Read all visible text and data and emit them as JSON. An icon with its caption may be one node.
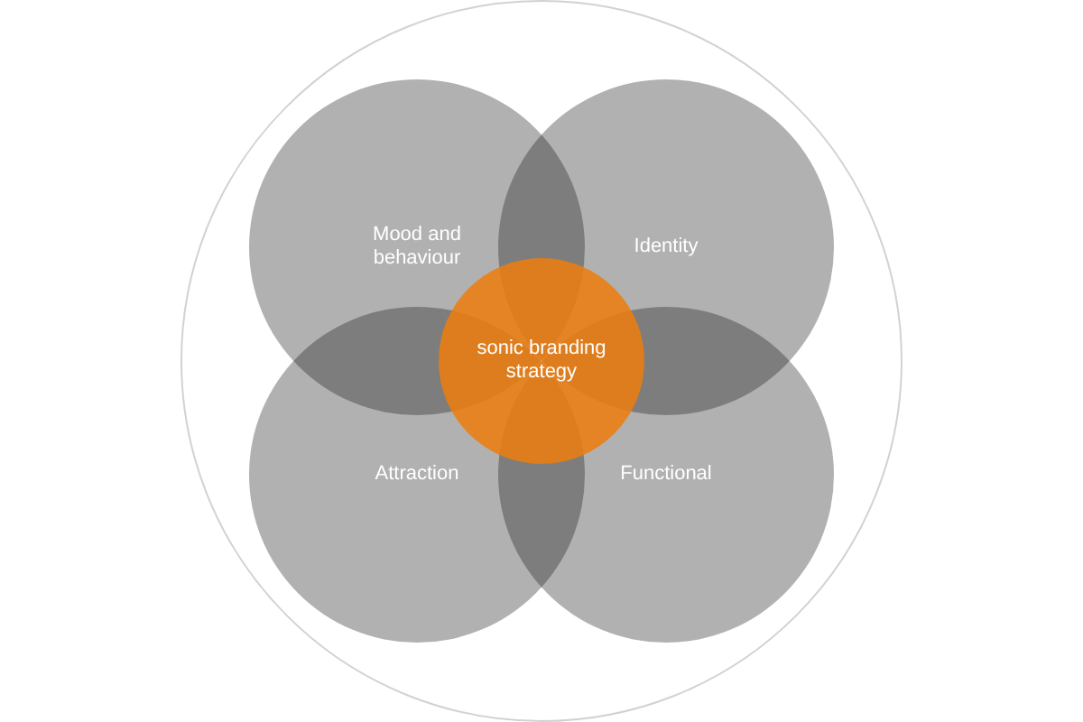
{
  "diagram": {
    "nodes": [
      {
        "text": [],
        "shape": "circle"
      },
      {
        "text": [
          "Mood and behaviour"
        ],
        "in": 0
      },
      {
        "text": [
          "Identity"
        ],
        "in": 0
      },
      {
        "text": [
          "sonic branding strategy"
        ],
        "in": 0
      },
      {
        "text": [
          "Attraction"
        ],
        "in": 0
      },
      {
        "text": [
          "Functional"
        ],
        "in": 0
      }
    ]
  }
}
